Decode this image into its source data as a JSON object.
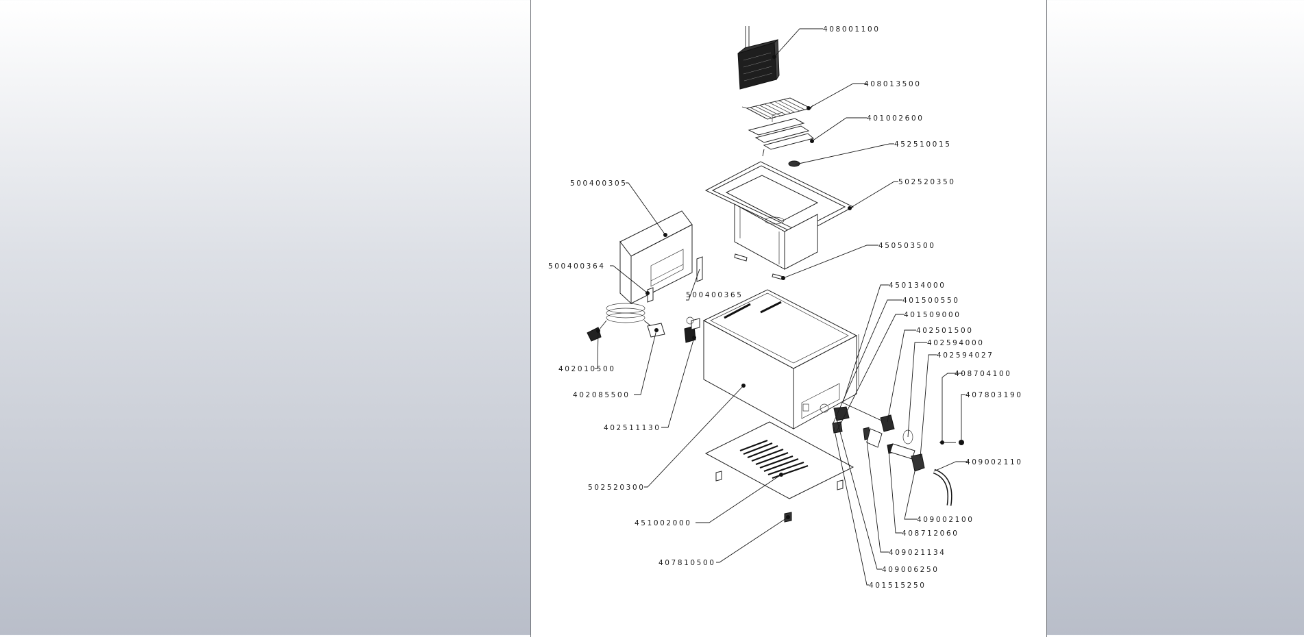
{
  "document": {
    "type": "exploded parts diagram",
    "part_labels": {
      "p408001100": "408001100",
      "p408013500": "408013500",
      "p401002600": "401002600",
      "p452510015": "452510015",
      "p500400305": "500400305",
      "p502520350": "502520350",
      "p450503500": "450503500",
      "p500400364": "500400364",
      "p500400365": "500400365",
      "p450134000": "450134000",
      "p401500550": "401500550",
      "p401509000": "401509000",
      "p402501500": "402501500",
      "p402594000": "402594000",
      "p402594027": "402594027",
      "p408704100": "408704100",
      "p407803190": "407803190",
      "p402010500": "402010500",
      "p402085500": "402085500",
      "p402511130": "402511130",
      "p409002110": "409002110",
      "p502520300": "502520300",
      "p409002100": "409002100",
      "p408712060": "408712060",
      "p451002000": "451002000",
      "p409021134": "409021134",
      "p409006250": "409006250",
      "p407810500": "407810500",
      "p401515250": "401515250"
    }
  },
  "colors": {
    "page": "#ffffff",
    "line": "#1a1a1a",
    "viewer_top": "#ffffff",
    "viewer_bottom": "#b9bec9"
  }
}
